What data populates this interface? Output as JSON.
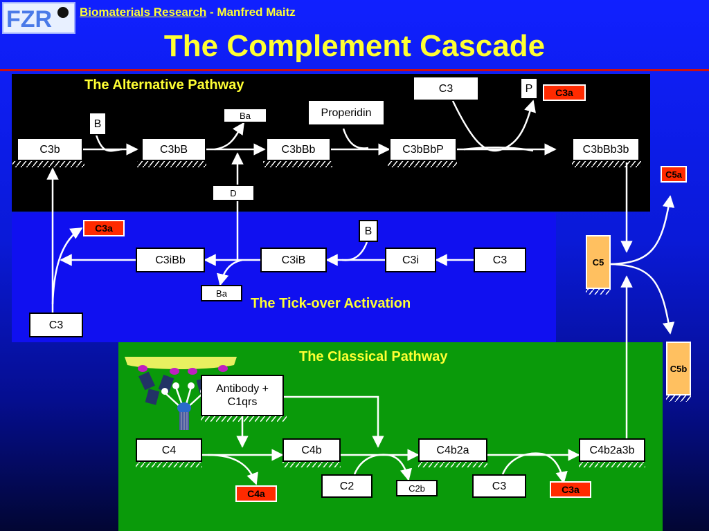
{
  "header": {
    "link_text": "Biomaterials Research",
    "rest_text": " - Manfred Maitz",
    "title": "The Complement Cascade",
    "logo_text": "FZR"
  },
  "alternative": {
    "heading": "The Alternative Pathway",
    "c3b": "C3b",
    "b": "B",
    "c3bB": "C3bB",
    "ba": "Ba",
    "c3bBb": "C3bBb",
    "d": "D",
    "properidin": "Properidin",
    "c3bBbP": "C3bBbP",
    "c3": "C3",
    "p": "P",
    "c3a": "C3a",
    "c3bBb3b": "C3bBb3b"
  },
  "tickover": {
    "heading": "The Tick-over Activation",
    "c3a": "C3a",
    "c3iBb": "C3iBb",
    "c3iB": "C3iB",
    "b": "B",
    "c3i": "C3i",
    "c3": "C3",
    "ba": "Ba",
    "c3_left": "C3"
  },
  "right": {
    "c5a": "C5a",
    "c5": "C5",
    "c5b": "C5b"
  },
  "classical": {
    "heading": "The Classical Pathway",
    "antibody": "Antibody + C1qrs",
    "c4": "C4",
    "c4b": "C4b",
    "c4b2a": "C4b2a",
    "c4b2a3b": "C4b2a3b",
    "c4a": "C4a",
    "c2": "C2",
    "c2b": "C2b",
    "c3": "C3",
    "c3a": "C3a"
  },
  "colors": {
    "text_yellow": "#ffff33",
    "red_label": "#ff2a00",
    "c5_orange": "#ffc060",
    "alt_bg": "#000000",
    "tick_bg": "#1010f0",
    "classical_bg": "#0a9a0a"
  }
}
